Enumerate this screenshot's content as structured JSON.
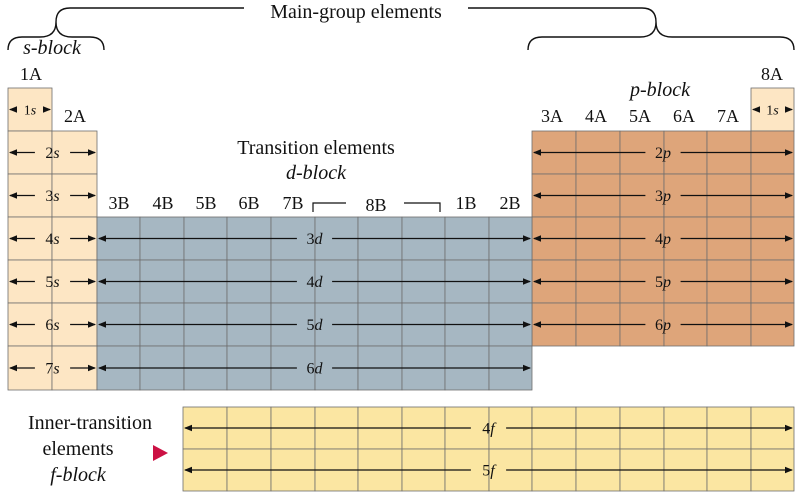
{
  "colors": {
    "s_block": "#fde6c4",
    "d_block": "#a6b7c2",
    "p_block": "#dea57a",
    "f_block": "#fbe6a2",
    "grid_line": "#6e6e6e",
    "arrow": "#111111",
    "marker": "#cc1144"
  },
  "braces": {
    "main_group": "Main-group elements",
    "s_block": "s-block",
    "p_block": "p-block",
    "transition": "Transition elements",
    "d_block": "d-block",
    "eight_b": "8B"
  },
  "group_labels": {
    "g1": "1A",
    "g2": "2A",
    "g13": "3A",
    "g14": "4A",
    "g15": "5A",
    "g16": "6A",
    "g17": "7A",
    "g18": "8A",
    "g3": "3B",
    "g4": "4B",
    "g5": "5B",
    "g6": "6B",
    "g7": "7B",
    "g11": "1B",
    "g12": "2B"
  },
  "orbital_labels": {
    "s": [
      "1s",
      "2s",
      "3s",
      "4s",
      "5s",
      "6s",
      "7s"
    ],
    "s_helium": "1s",
    "p": [
      "2p",
      "3p",
      "4p",
      "5p",
      "6p"
    ],
    "d": [
      "3d",
      "4d",
      "5d",
      "6d"
    ],
    "f": [
      "4f",
      "5f"
    ]
  },
  "inner_transition": {
    "line1": "Inner-transition",
    "line2": "elements",
    "line3": "f-block"
  }
}
